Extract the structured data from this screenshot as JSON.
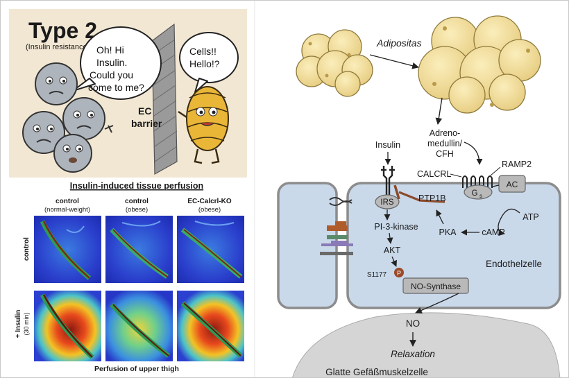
{
  "cartoon": {
    "title": "Type 2",
    "subtitle": "(Insulin resistance)",
    "bubble_insulin": [
      "Oh! Hi",
      "Insulin.",
      "Could you",
      "come to me?"
    ],
    "bubble_cells": [
      "Cells!!",
      "Hello!?"
    ],
    "barrier_label": [
      "EC",
      "barrier"
    ]
  },
  "perfusion": {
    "title": "Insulin-induced tissue perfusion",
    "columns": [
      {
        "head": "control",
        "sub": "(normal-weight)"
      },
      {
        "head": "control",
        "sub": "(obese)"
      },
      {
        "head": "EC-Calcrl-KO",
        "sub": "(obese)"
      }
    ],
    "row_control": "control",
    "row_insulin": "+ Insulin",
    "row_insulin_sub": "(30 min)",
    "xlabel": "Perfusion of upper thigh"
  },
  "pathway": {
    "adipositas": "Adipositas",
    "adrenomedullin": [
      "Adreno-",
      "medullin/",
      "CFH"
    ],
    "insulin": "Insulin",
    "calcrl": "CALCRL",
    "ramp2": "RAMP2",
    "gs": "G",
    "gs_sub": "s",
    "ac": "AC",
    "atp": "ATP",
    "camp": "cAMP",
    "pka": "PKA",
    "ptp1b": "PTP1B",
    "irs": "IRS",
    "pi3k": "PI-3-kinase",
    "akt": "AKT",
    "s1177": "S1177",
    "phospho": "P",
    "nos": "NO-Synthase",
    "endothel": "Endothelzelle",
    "no": "NO",
    "relaxation": "Relaxation",
    "smooth_muscle": "Glatte Gefäßmuskelzelle"
  },
  "colors": {
    "cartoon_bg": "#f2e7d3",
    "membrane_fill": "#c9d9ea",
    "membrane_stroke": "#8c8c8c",
    "fat_cell": "#f1dc9a",
    "muscle": "#d5d5d5",
    "ptp1b_inhibit": "#8b4b2c",
    "phospho": "#9b4a2a"
  }
}
